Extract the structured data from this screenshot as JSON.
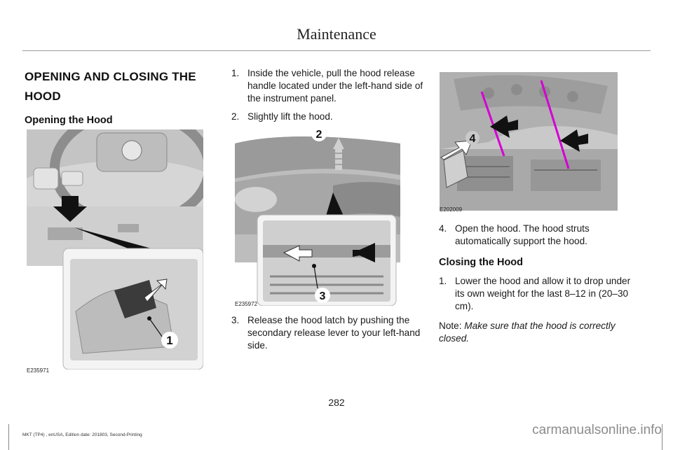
{
  "header": {
    "title": "Maintenance"
  },
  "section": {
    "title_line1": "OPENING AND CLOSING THE",
    "title_line2": "HOOD"
  },
  "opening": {
    "heading": "Opening the Hood",
    "steps": [
      {
        "num": "1.",
        "text": "Inside the vehicle, pull the hood release handle located under the left-hand side of the instrument panel."
      },
      {
        "num": "2.",
        "text": "Slightly lift the hood."
      },
      {
        "num": "3.",
        "text": "Release the hood latch by pushing the secondary release lever to your left-hand side."
      },
      {
        "num": "4.",
        "text": "Open the hood. The hood struts automatically support the hood."
      }
    ]
  },
  "closing": {
    "heading": "Closing the Hood",
    "steps": [
      {
        "num": "1.",
        "text": "Lower the hood and allow it to drop under its own weight for the last 8–12 in (20–30 cm)."
      }
    ],
    "note_label": "Note:",
    "note_text": "Make sure that the hood is correctly closed."
  },
  "figures": {
    "fig1": {
      "code": "E235971",
      "callout": "1"
    },
    "fig2": {
      "code": "E235972",
      "callout_a": "2",
      "callout_b": "3"
    },
    "fig3": {
      "code": "E202009",
      "callout": "4"
    }
  },
  "footer": {
    "page_number": "282",
    "edition": "MKT (TP4) , enUSA, Edition date: 201803, Second-Printing",
    "watermark": "carmanualsonline.info"
  },
  "colors": {
    "strut_highlight": "#d400d4",
    "arrow": "#111111",
    "callout_bg": "#ffffff"
  }
}
